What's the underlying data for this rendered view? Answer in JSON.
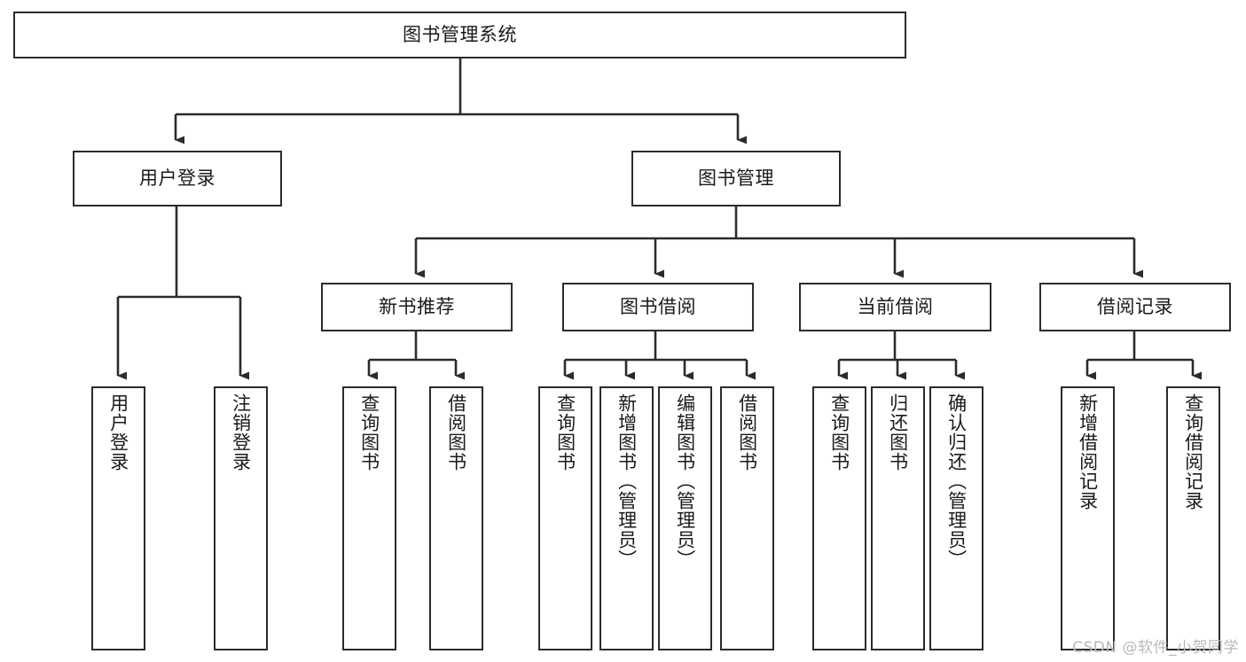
{
  "diagram": {
    "title": "图书管理系统",
    "type": "hierarchy-tree",
    "orientation": "top-down",
    "stroke_color": "#2b2b2b",
    "fill_color": "#ffffff",
    "text_color": "#1a1a1a",
    "levels": [
      {
        "level": 1,
        "nodes": [
          {
            "id": "root",
            "label": "图书管理系统",
            "text_layout": "horizontal"
          }
        ]
      },
      {
        "level": 2,
        "nodes": [
          {
            "id": "user-login",
            "label": "用户登录",
            "text_layout": "horizontal",
            "parent": "root"
          },
          {
            "id": "book-mgmt",
            "label": "图书管理",
            "text_layout": "horizontal",
            "parent": "root"
          }
        ]
      },
      {
        "level": 3,
        "nodes": [
          {
            "id": "new-book-rec",
            "label": "新书推荐",
            "text_layout": "horizontal",
            "parent": "book-mgmt"
          },
          {
            "id": "book-borrow",
            "label": "图书借阅",
            "text_layout": "horizontal",
            "parent": "book-mgmt"
          },
          {
            "id": "current-borrow",
            "label": "当前借阅",
            "text_layout": "horizontal",
            "parent": "book-mgmt"
          },
          {
            "id": "borrow-record",
            "label": "借阅记录",
            "text_layout": "horizontal",
            "parent": "book-mgmt"
          }
        ]
      },
      {
        "level": 4,
        "nodes": [
          {
            "id": "leaf-1",
            "label": "用户登录",
            "text_layout": "vertical",
            "parent": "user-login"
          },
          {
            "id": "leaf-2",
            "label": "注销登录",
            "text_layout": "vertical",
            "parent": "user-login"
          },
          {
            "id": "leaf-3",
            "label": "查询图书",
            "text_layout": "vertical",
            "parent": "new-book-rec"
          },
          {
            "id": "leaf-4",
            "label": "借阅图书",
            "text_layout": "vertical",
            "parent": "new-book-rec"
          },
          {
            "id": "leaf-5",
            "label": "查询图书",
            "text_layout": "vertical",
            "parent": "book-borrow"
          },
          {
            "id": "leaf-6",
            "label": "新增图书（管理员）",
            "text_layout": "vertical",
            "parent": "book-borrow"
          },
          {
            "id": "leaf-7",
            "label": "编辑图书（管理员）",
            "text_layout": "vertical",
            "parent": "book-borrow"
          },
          {
            "id": "leaf-8",
            "label": "借阅图书",
            "text_layout": "vertical",
            "parent": "book-borrow"
          },
          {
            "id": "leaf-9",
            "label": "查询图书",
            "text_layout": "vertical",
            "parent": "current-borrow"
          },
          {
            "id": "leaf-10",
            "label": "归还图书",
            "text_layout": "vertical",
            "parent": "current-borrow"
          },
          {
            "id": "leaf-11",
            "label": "确认归还（管理员）",
            "text_layout": "vertical",
            "parent": "current-borrow"
          },
          {
            "id": "leaf-12",
            "label": "新增借阅记录",
            "text_layout": "vertical",
            "parent": "borrow-record"
          },
          {
            "id": "leaf-13",
            "label": "查询借阅记录",
            "text_layout": "vertical",
            "parent": "borrow-record"
          }
        ]
      }
    ]
  },
  "watermark": {
    "text": "CSDN @软件_小贺同学"
  }
}
